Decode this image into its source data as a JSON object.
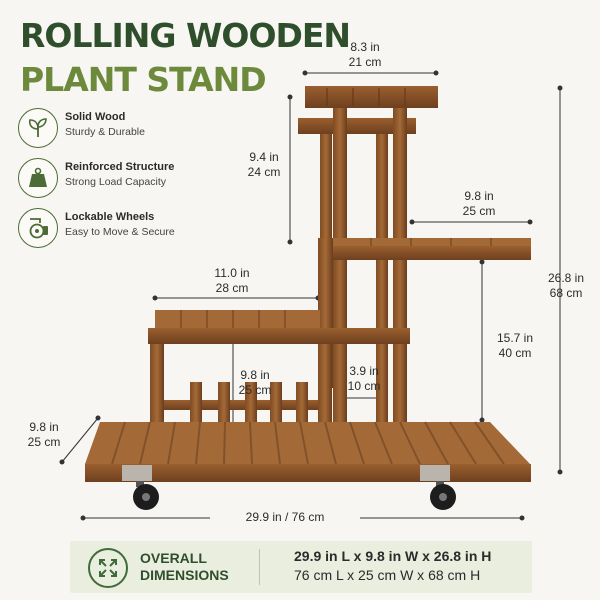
{
  "title": {
    "line1": "ROLLING WOODEN",
    "line2": "PLANT STAND"
  },
  "features": [
    {
      "title": "Solid Wood",
      "subtitle": "Sturdy & Durable",
      "icon": "leaf-icon"
    },
    {
      "title": "Reinforced Structure",
      "subtitle": "Strong Load Capacity",
      "icon": "weight-icon"
    },
    {
      "title": "Lockable Wheels",
      "subtitle": "Easy to Move & Secure",
      "icon": "wheel-icon"
    }
  ],
  "dimensions": {
    "top_width": {
      "in": "8.3 in",
      "cm": "21 cm"
    },
    "top_height": {
      "in": "9.4 in",
      "cm": "24 cm"
    },
    "right_shelf_width": {
      "in": "9.8 in",
      "cm": "25 cm"
    },
    "total_height": {
      "in": "26.8 in",
      "cm": "68 cm"
    },
    "mid_shelf_width": {
      "in": "11.0 in",
      "cm": "28 cm"
    },
    "right_shelf_height": {
      "in": "15.7 in",
      "cm": "40 cm"
    },
    "mid_shelf_height": {
      "in": "9.8 in",
      "cm": "25 cm"
    },
    "leg_gap": {
      "in": "3.9 in",
      "cm": "10 cm"
    },
    "depth": {
      "in": "9.8 in",
      "cm": "25 cm"
    },
    "total_length": {
      "label": "29.9 in / 76 cm"
    }
  },
  "banner": {
    "label_line1": "OVERALL",
    "label_line2": "DIMENSIONS",
    "imperial": "29.9 in L x 9.8 in W x 26.8 in H",
    "metric": "76 cm L x 25 cm W x 68 cm H",
    "icon": "expand-arrows-icon"
  },
  "colors": {
    "title_dark": "#2f4f2c",
    "title_light": "#6d8a3c",
    "wood": "#7a4a25",
    "banner_bg": "#eaeedf"
  }
}
